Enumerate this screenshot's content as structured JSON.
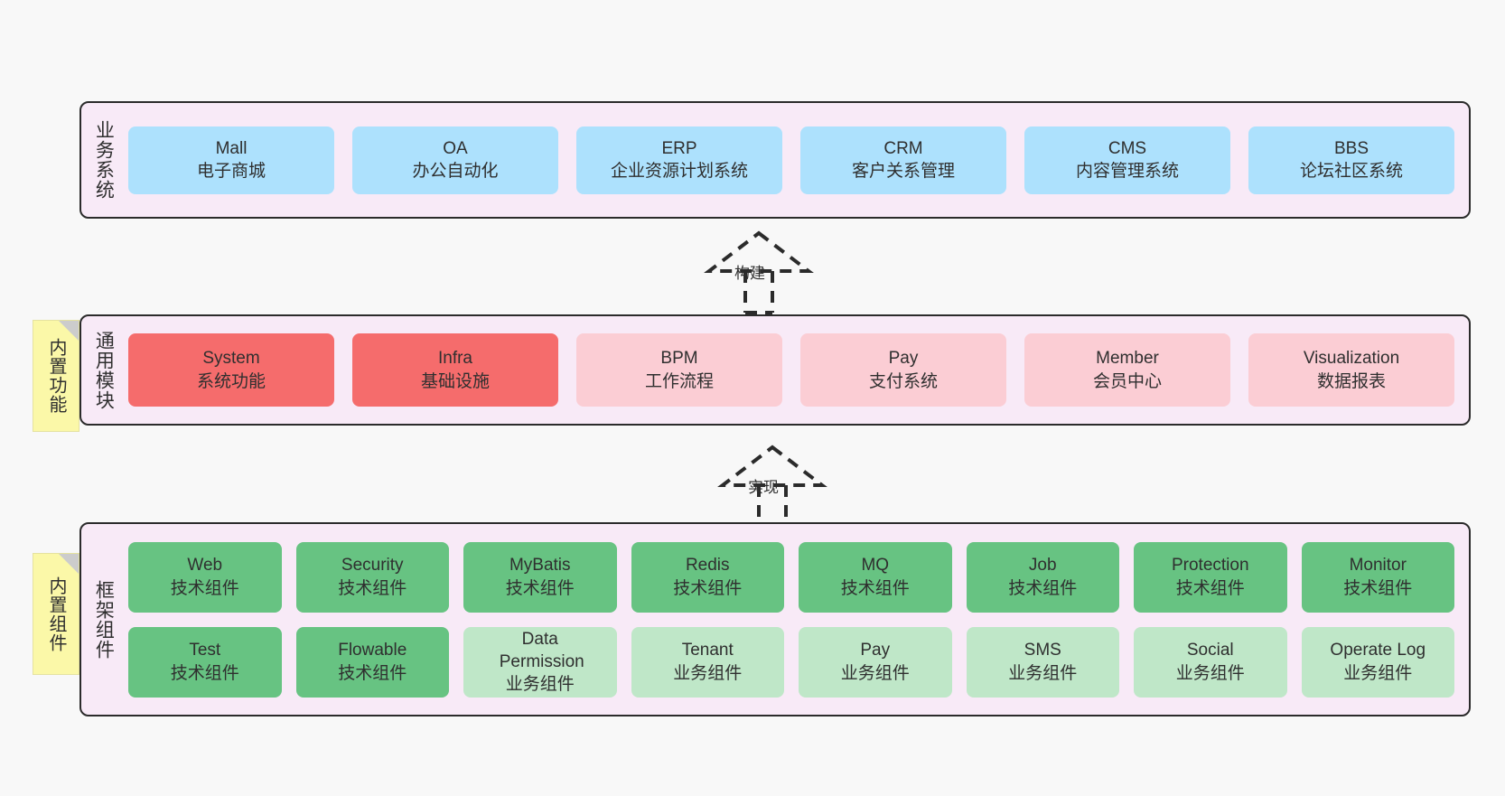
{
  "diagram": {
    "background": "#f8f8f8",
    "panel_bg": "#f8eaf7",
    "panel_border": "#2b2b2b"
  },
  "notes": [
    {
      "label": "内置功能"
    },
    {
      "label": "内置组件"
    }
  ],
  "connectors": [
    {
      "label": "构建"
    },
    {
      "label": "实现"
    }
  ],
  "sections": [
    {
      "title": "业务系统",
      "rows": [
        {
          "cards": [
            {
              "en": "Mall",
              "cn": "电子商城",
              "color": "#ade1fd",
              "style": "c-blue"
            },
            {
              "en": "OA",
              "cn": "办公自动化",
              "color": "#ade1fd",
              "style": "c-blue"
            },
            {
              "en": "ERP",
              "cn": "企业资源计划系统",
              "color": "#ade1fd",
              "style": "c-blue"
            },
            {
              "en": "CRM",
              "cn": "客户关系管理",
              "color": "#ade1fd",
              "style": "c-blue"
            },
            {
              "en": "CMS",
              "cn": "内容管理系统",
              "color": "#ade1fd",
              "style": "c-blue"
            },
            {
              "en": "BBS",
              "cn": "论坛社区系统",
              "color": "#ade1fd",
              "style": "c-blue"
            }
          ]
        }
      ]
    },
    {
      "title": "通用模块",
      "rows": [
        {
          "cards": [
            {
              "en": "System",
              "cn": "系统功能",
              "color": "#f56c6c",
              "style": "c-red"
            },
            {
              "en": "Infra",
              "cn": "基础设施",
              "color": "#f56c6c",
              "style": "c-red"
            },
            {
              "en": "BPM",
              "cn": "工作流程",
              "color": "#fbcdd4",
              "style": "c-pink"
            },
            {
              "en": "Pay",
              "cn": "支付系统",
              "color": "#fbcdd4",
              "style": "c-pink"
            },
            {
              "en": "Member",
              "cn": "会员中心",
              "color": "#fbcdd4",
              "style": "c-pink"
            },
            {
              "en": "Visualization",
              "cn": "数据报表",
              "color": "#fbcdd4",
              "style": "c-pink"
            }
          ]
        }
      ]
    },
    {
      "title": "框架组件",
      "rows": [
        {
          "cards": [
            {
              "en": "Web",
              "cn": "技术组件",
              "color": "#67c382",
              "style": "c-green"
            },
            {
              "en": "Security",
              "cn": "技术组件",
              "color": "#67c382",
              "style": "c-green"
            },
            {
              "en": "MyBatis",
              "cn": "技术组件",
              "color": "#67c382",
              "style": "c-green"
            },
            {
              "en": "Redis",
              "cn": "技术组件",
              "color": "#67c382",
              "style": "c-green"
            },
            {
              "en": "MQ",
              "cn": "技术组件",
              "color": "#67c382",
              "style": "c-green"
            },
            {
              "en": "Job",
              "cn": "技术组件",
              "color": "#67c382",
              "style": "c-green"
            },
            {
              "en": "Protection",
              "cn": "技术组件",
              "color": "#67c382",
              "style": "c-green"
            },
            {
              "en": "Monitor",
              "cn": "技术组件",
              "color": "#67c382",
              "style": "c-green"
            }
          ]
        },
        {
          "cards": [
            {
              "en": "Test",
              "cn": "技术组件",
              "color": "#67c382",
              "style": "c-green"
            },
            {
              "en": "Flowable",
              "cn": "技术组件",
              "color": "#67c382",
              "style": "c-green"
            },
            {
              "en": "Data Permission",
              "cn": "业务组件",
              "color": "#bfe7c8",
              "style": "c-greenlight"
            },
            {
              "en": "Tenant",
              "cn": "业务组件",
              "color": "#bfe7c8",
              "style": "c-greenlight"
            },
            {
              "en": "Pay",
              "cn": "业务组件",
              "color": "#bfe7c8",
              "style": "c-greenlight"
            },
            {
              "en": "SMS",
              "cn": "业务组件",
              "color": "#bfe7c8",
              "style": "c-greenlight"
            },
            {
              "en": "Social",
              "cn": "业务组件",
              "color": "#bfe7c8",
              "style": "c-greenlight"
            },
            {
              "en": "Operate Log",
              "cn": "业务组件",
              "color": "#bfe7c8",
              "style": "c-greenlight"
            }
          ]
        }
      ]
    }
  ]
}
